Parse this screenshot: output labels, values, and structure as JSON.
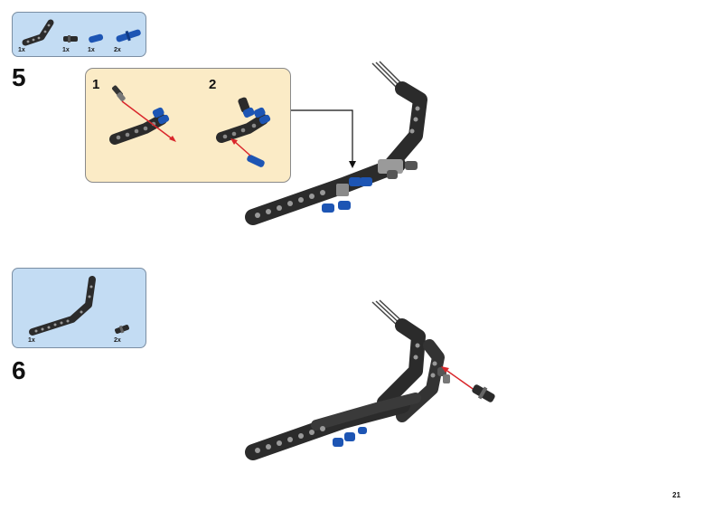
{
  "step5": {
    "number": "5",
    "parts": [
      {
        "qty": "1x",
        "icon": "bent-beam-icon"
      },
      {
        "qty": "1x",
        "icon": "black-axle-pin-icon"
      },
      {
        "qty": "1x",
        "icon": "blue-pin-icon"
      },
      {
        "qty": "2x",
        "icon": "blue-long-pin-icon"
      }
    ],
    "substeps": [
      "1",
      "2"
    ]
  },
  "step6": {
    "number": "6",
    "parts": [
      {
        "qty": "1x",
        "icon": "long-bent-beam-icon"
      },
      {
        "qty": "2x",
        "icon": "black-axle-pin-icon"
      }
    ]
  },
  "page": {
    "number": "21"
  },
  "colors": {
    "parts_bg": "#c3dcf3",
    "callout_bg": "#fbebc6",
    "beam": "#2b2b2b",
    "pin_blue": "#1d55b4",
    "arrow_red": "#d9262b"
  }
}
